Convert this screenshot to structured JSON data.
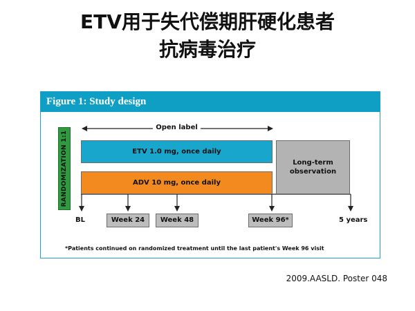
{
  "slide": {
    "title_line1": "ETV用于失代偿期肝硬化患者",
    "title_line2": "抗病毒治疗",
    "citation": "2009.AASLD. Poster 048"
  },
  "figure": {
    "header": "Figure 1: Study design",
    "randomization": "RANDOMIZATION 1:1",
    "open_label": "Open label",
    "arm_etv": "ETV 1.0 mg, once daily",
    "arm_adv": "ADV 10 mg, once daily",
    "long_term_line1": "Long-term",
    "long_term_line2": "observation",
    "timepoints": {
      "bl": "BL",
      "week24": "Week 24",
      "week48": "Week 48",
      "week96": "Week 96*",
      "five_years": "5 years"
    },
    "footnote": "*Patients continued on randomized treatment until the last patient's Week 96 visit",
    "colors": {
      "header": "#0f9fc4",
      "etv": "#19a6cc",
      "adv": "#f28a1f",
      "randomization": "#2f9a3f",
      "long_term": "#b3b3b3",
      "week_box": "#bdbdbd"
    }
  }
}
